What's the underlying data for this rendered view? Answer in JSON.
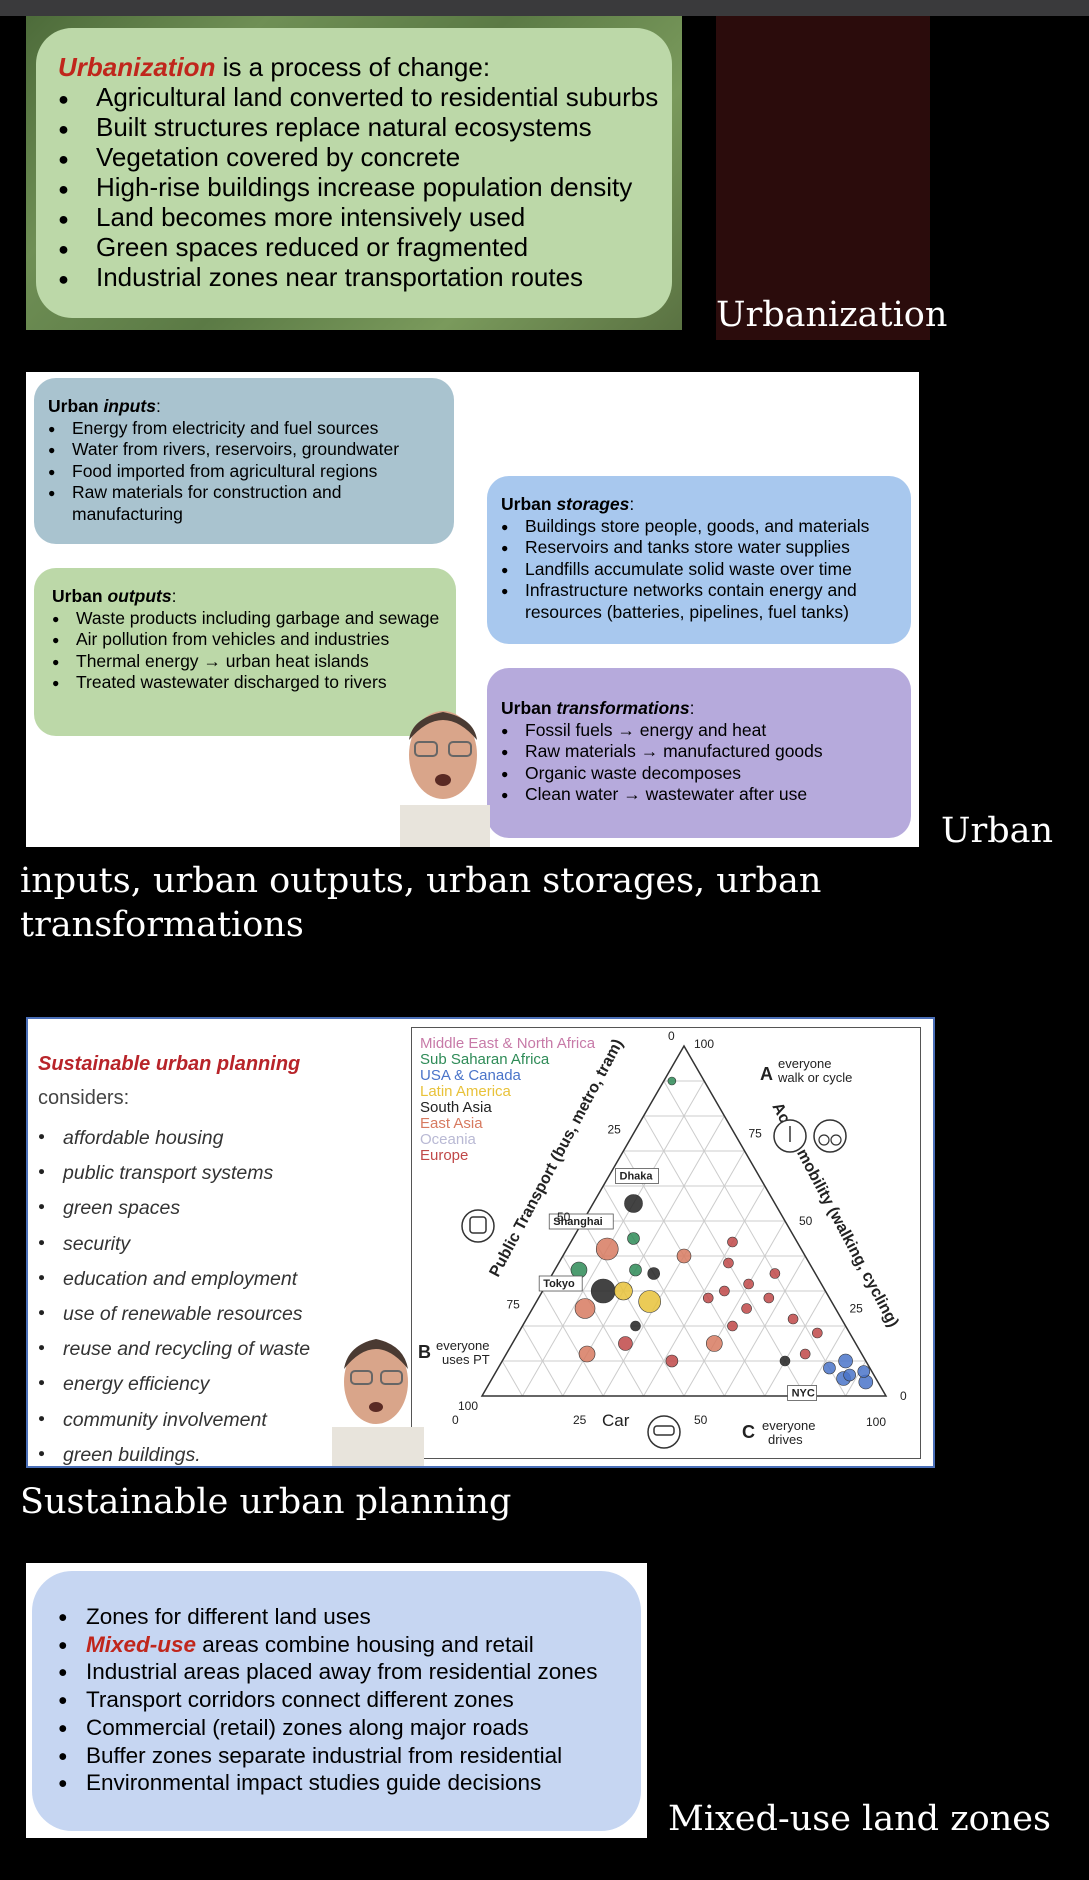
{
  "colors": {
    "accent_red": "#c0261c",
    "green_card": "#bcd8a8",
    "blue_card": "#a8c8ee",
    "purple_card": "#b6aadc",
    "teal_card": "#a9c3cf",
    "light_blue_card": "#c6d6f2",
    "maroon": "#2b0c0c"
  },
  "slide1": {
    "title_highlight": "Urbanization",
    "title_rest": " is a process of change:",
    "bullets": [
      "Agricultural land converted to residential suburbs",
      "Built structures replace natural ecosystems",
      "Vegetation covered by concrete",
      "High-rise buildings increase population density",
      "Land becomes more intensively used",
      "Green spaces reduced or fragmented",
      "Industrial zones near transportation routes"
    ],
    "caption": "Urbanization"
  },
  "slide2": {
    "inputs": {
      "heading_a": "Urban ",
      "heading_b": "inputs",
      "heading_c": ":",
      "bullets": [
        "Energy from electricity and fuel sources",
        "Water from rivers, reservoirs, groundwater",
        "Food imported from agricultural regions",
        "Raw materials for construction and manufacturing"
      ]
    },
    "outputs": {
      "heading_a": "Urban ",
      "heading_b": "outputs",
      "heading_c": ":",
      "bullets": [
        "Waste products including garbage and sewage",
        "Air pollution from vehicles and industries",
        "Thermal energy → urban heat islands",
        "Treated wastewater discharged to rivers"
      ]
    },
    "storages": {
      "heading_a": "Urban ",
      "heading_b": "storages",
      "heading_c": ":",
      "bullets": [
        "Buildings store people, goods, and materials",
        "Reservoirs and tanks store water supplies",
        "Landfills accumulate solid waste over time",
        "Infrastructure networks contain energy and resources (batteries, pipelines, fuel tanks)"
      ]
    },
    "transformations": {
      "heading_a": "Urban ",
      "heading_b": "transformations",
      "heading_c": ":",
      "bullets": [
        "Fossil fuels → energy and heat",
        "Raw materials → manufactured goods",
        "Organic waste decomposes",
        "Clean water → wastewater after use"
      ]
    },
    "caption_line1": "Urban",
    "caption_line2": "inputs, urban outputs, urban storages, urban transformations"
  },
  "slide3": {
    "title": "Sustainable urban planning",
    "subtitle": "considers:",
    "bullets": [
      "affordable housing",
      "public transport systems",
      "green spaces",
      "security",
      "education and employment",
      "use of renewable resources",
      "reuse and recycling of waste",
      "energy efficiency",
      "community involvement",
      "green buildings."
    ],
    "caption": "Sustainable urban planning"
  },
  "chart_data": {
    "type": "scatter",
    "legend": [
      {
        "name": "Middle East & North Africa",
        "color": "#c77aa8"
      },
      {
        "name": "Sub Saharan Africa",
        "color": "#2e8b57"
      },
      {
        "name": "USA & Canada",
        "color": "#4a74c9"
      },
      {
        "name": "Latin America",
        "color": "#e8c23a"
      },
      {
        "name": "South Asia",
        "color": "#222222"
      },
      {
        "name": "East Asia",
        "color": "#d77a60"
      },
      {
        "name": "Oceania",
        "color": "#b9b9d4"
      },
      {
        "name": "Europe",
        "color": "#c04848"
      }
    ],
    "axis_public_transport": "Public Transport (bus, metro, tram)",
    "axis_active": "Active mobility (walking, cycling)",
    "axis_car": "Car",
    "ticks": [
      "0",
      "25",
      "50",
      "75",
      "100"
    ],
    "corner_a_letter": "A",
    "corner_a_text": "everyone walk or cycle",
    "corner_b_letter": "B",
    "corner_b_text": "everyone uses PT",
    "corner_c_letter": "C",
    "corner_c_text": "everyone drives",
    "city_labels": [
      "Dhaka",
      "Shanghai",
      "Tokyo",
      "NYC"
    ],
    "points": [
      {
        "pt": 35,
        "active": 55,
        "car": 10,
        "color": "#222222",
        "size": 9,
        "label": "Dhaka"
      },
      {
        "pt": 48,
        "active": 42,
        "car": 10,
        "color": "#d77a60",
        "size": 11,
        "label": "Shanghai"
      },
      {
        "pt": 55,
        "active": 30,
        "car": 15,
        "color": "#222222",
        "size": 12,
        "label": "Tokyo"
      },
      {
        "pt": 8,
        "active": 5,
        "car": 87,
        "color": "#4a74c9",
        "size": 7,
        "label": "NYC"
      },
      {
        "pt": 58,
        "active": 36,
        "car": 6,
        "color": "#2e8b57",
        "size": 8
      },
      {
        "pt": 50,
        "active": 30,
        "car": 20,
        "color": "#e8c23a",
        "size": 9
      },
      {
        "pt": 45,
        "active": 27,
        "car": 28,
        "color": "#e8c23a",
        "size": 11
      },
      {
        "pt": 62,
        "active": 25,
        "car": 13,
        "color": "#d77a60",
        "size": 10
      },
      {
        "pt": 40,
        "active": 35,
        "car": 25,
        "color": "#222222",
        "size": 6
      },
      {
        "pt": 30,
        "active": 40,
        "car": 30,
        "color": "#d77a60",
        "size": 7
      },
      {
        "pt": 68,
        "active": 12,
        "car": 20,
        "color": "#d77a60",
        "size": 8
      },
      {
        "pt": 57,
        "active": 15,
        "car": 28,
        "color": "#c04848",
        "size": 7
      },
      {
        "pt": 35,
        "active": 15,
        "car": 50,
        "color": "#d77a60",
        "size": 8
      },
      {
        "pt": 48,
        "active": 10,
        "car": 42,
        "color": "#c04848",
        "size": 6
      },
      {
        "pt": 25,
        "active": 30,
        "car": 45,
        "color": "#c04848",
        "size": 5
      },
      {
        "pt": 20,
        "active": 38,
        "car": 42,
        "color": "#c04848",
        "size": 5
      },
      {
        "pt": 22,
        "active": 25,
        "car": 53,
        "color": "#c04848",
        "size": 5
      },
      {
        "pt": 18,
        "active": 32,
        "car": 50,
        "color": "#c04848",
        "size": 5
      },
      {
        "pt": 15,
        "active": 28,
        "car": 57,
        "color": "#c04848",
        "size": 5
      },
      {
        "pt": 28,
        "active": 20,
        "car": 52,
        "color": "#c04848",
        "size": 5
      },
      {
        "pt": 12,
        "active": 22,
        "car": 66,
        "color": "#c04848",
        "size": 5
      },
      {
        "pt": 10,
        "active": 35,
        "car": 55,
        "color": "#c04848",
        "size": 5
      },
      {
        "pt": 8,
        "active": 18,
        "car": 74,
        "color": "#c04848",
        "size": 5
      },
      {
        "pt": 16,
        "active": 44,
        "car": 40,
        "color": "#c04848",
        "size": 5
      },
      {
        "pt": 30,
        "active": 28,
        "car": 42,
        "color": "#c04848",
        "size": 5
      },
      {
        "pt": 14,
        "active": 12,
        "car": 74,
        "color": "#c04848",
        "size": 5
      },
      {
        "pt": 5,
        "active": 10,
        "car": 85,
        "color": "#4a74c9",
        "size": 7
      },
      {
        "pt": 3,
        "active": 4,
        "car": 93,
        "color": "#4a74c9",
        "size": 7
      },
      {
        "pt": 10,
        "active": 8,
        "car": 82,
        "color": "#4a74c9",
        "size": 6
      },
      {
        "pt": 6,
        "active": 6,
        "car": 88,
        "color": "#4a74c9",
        "size": 6
      },
      {
        "pt": 2,
        "active": 7,
        "car": 91,
        "color": "#4a74c9",
        "size": 6
      },
      {
        "pt": 40,
        "active": 45,
        "car": 15,
        "color": "#2e8b57",
        "size": 6
      },
      {
        "pt": 44,
        "active": 36,
        "car": 20,
        "color": "#2e8b57",
        "size": 6
      },
      {
        "pt": 8,
        "active": 90,
        "car": 2,
        "color": "#2e8b57",
        "size": 4
      },
      {
        "pt": 20,
        "active": 10,
        "car": 70,
        "color": "#222222",
        "size": 5
      },
      {
        "pt": 52,
        "active": 20,
        "car": 28,
        "color": "#222222",
        "size": 5
      }
    ]
  },
  "slide4": {
    "bullets": [
      {
        "highlight": "",
        "text": "Zones for different land uses"
      },
      {
        "highlight": "Mixed-use",
        "text": " areas combine housing and retail"
      },
      {
        "highlight": "",
        "text": "Industrial areas placed away from residential zones"
      },
      {
        "highlight": "",
        "text": "Transport corridors connect different zones"
      },
      {
        "highlight": "",
        "text": "Commercial (retail) zones along major roads"
      },
      {
        "highlight": "",
        "text": "Buffer zones separate industrial from residential"
      },
      {
        "highlight": "",
        "text": "Environmental impact studies guide decisions"
      }
    ],
    "caption": "Mixed-use land zones"
  }
}
